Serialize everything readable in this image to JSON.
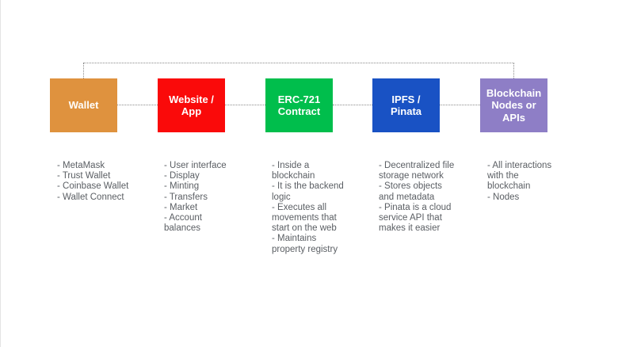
{
  "colors": {
    "background": "#ffffff",
    "connector": "#8a8a8a",
    "label_text": "#ffffff",
    "list_text": "#5a5e63",
    "wallet_box": "#df923e",
    "website_box": "#fa0a0a",
    "contract_box": "#00be4c",
    "ipfs_box": "#1952c4",
    "nodes_box": "#8e7ec6"
  },
  "nodes": [
    {
      "id": "wallet",
      "label": "Wallet",
      "color": "#df923e",
      "items": [
        "- MetaMask",
        "- Trust Wallet",
        "- Coinbase Wallet",
        "- Wallet Connect"
      ]
    },
    {
      "id": "website-app",
      "label": "Website /\nApp",
      "color": "#fa0a0a",
      "items": [
        "- User interface",
        "- Display",
        "- Minting",
        "- Transfers",
        "- Market",
        "- Account\nbalances"
      ]
    },
    {
      "id": "erc721-contract",
      "label": "ERC-721\nContract",
      "color": "#00be4c",
      "items": [
        "- Inside a\nblockchain",
        "- It is the backend\nlogic",
        "- Executes all\nmovements that\nstart on the web",
        "- Maintains\nproperty registry"
      ]
    },
    {
      "id": "ipfs-pinata",
      "label": "IPFS /\nPinata",
      "color": "#1952c4",
      "items": [
        "- Decentralized file\nstorage network",
        "- Stores objects\nand metadata",
        "- Pinata is a cloud\nservice API that\nmakes it easier"
      ]
    },
    {
      "id": "blockchain-nodes",
      "label": "Blockchain\nNodes or\nAPIs",
      "color": "#8e7ec6",
      "items": [
        "- All interactions\nwith the\nblockchain",
        "- Nodes"
      ]
    }
  ]
}
